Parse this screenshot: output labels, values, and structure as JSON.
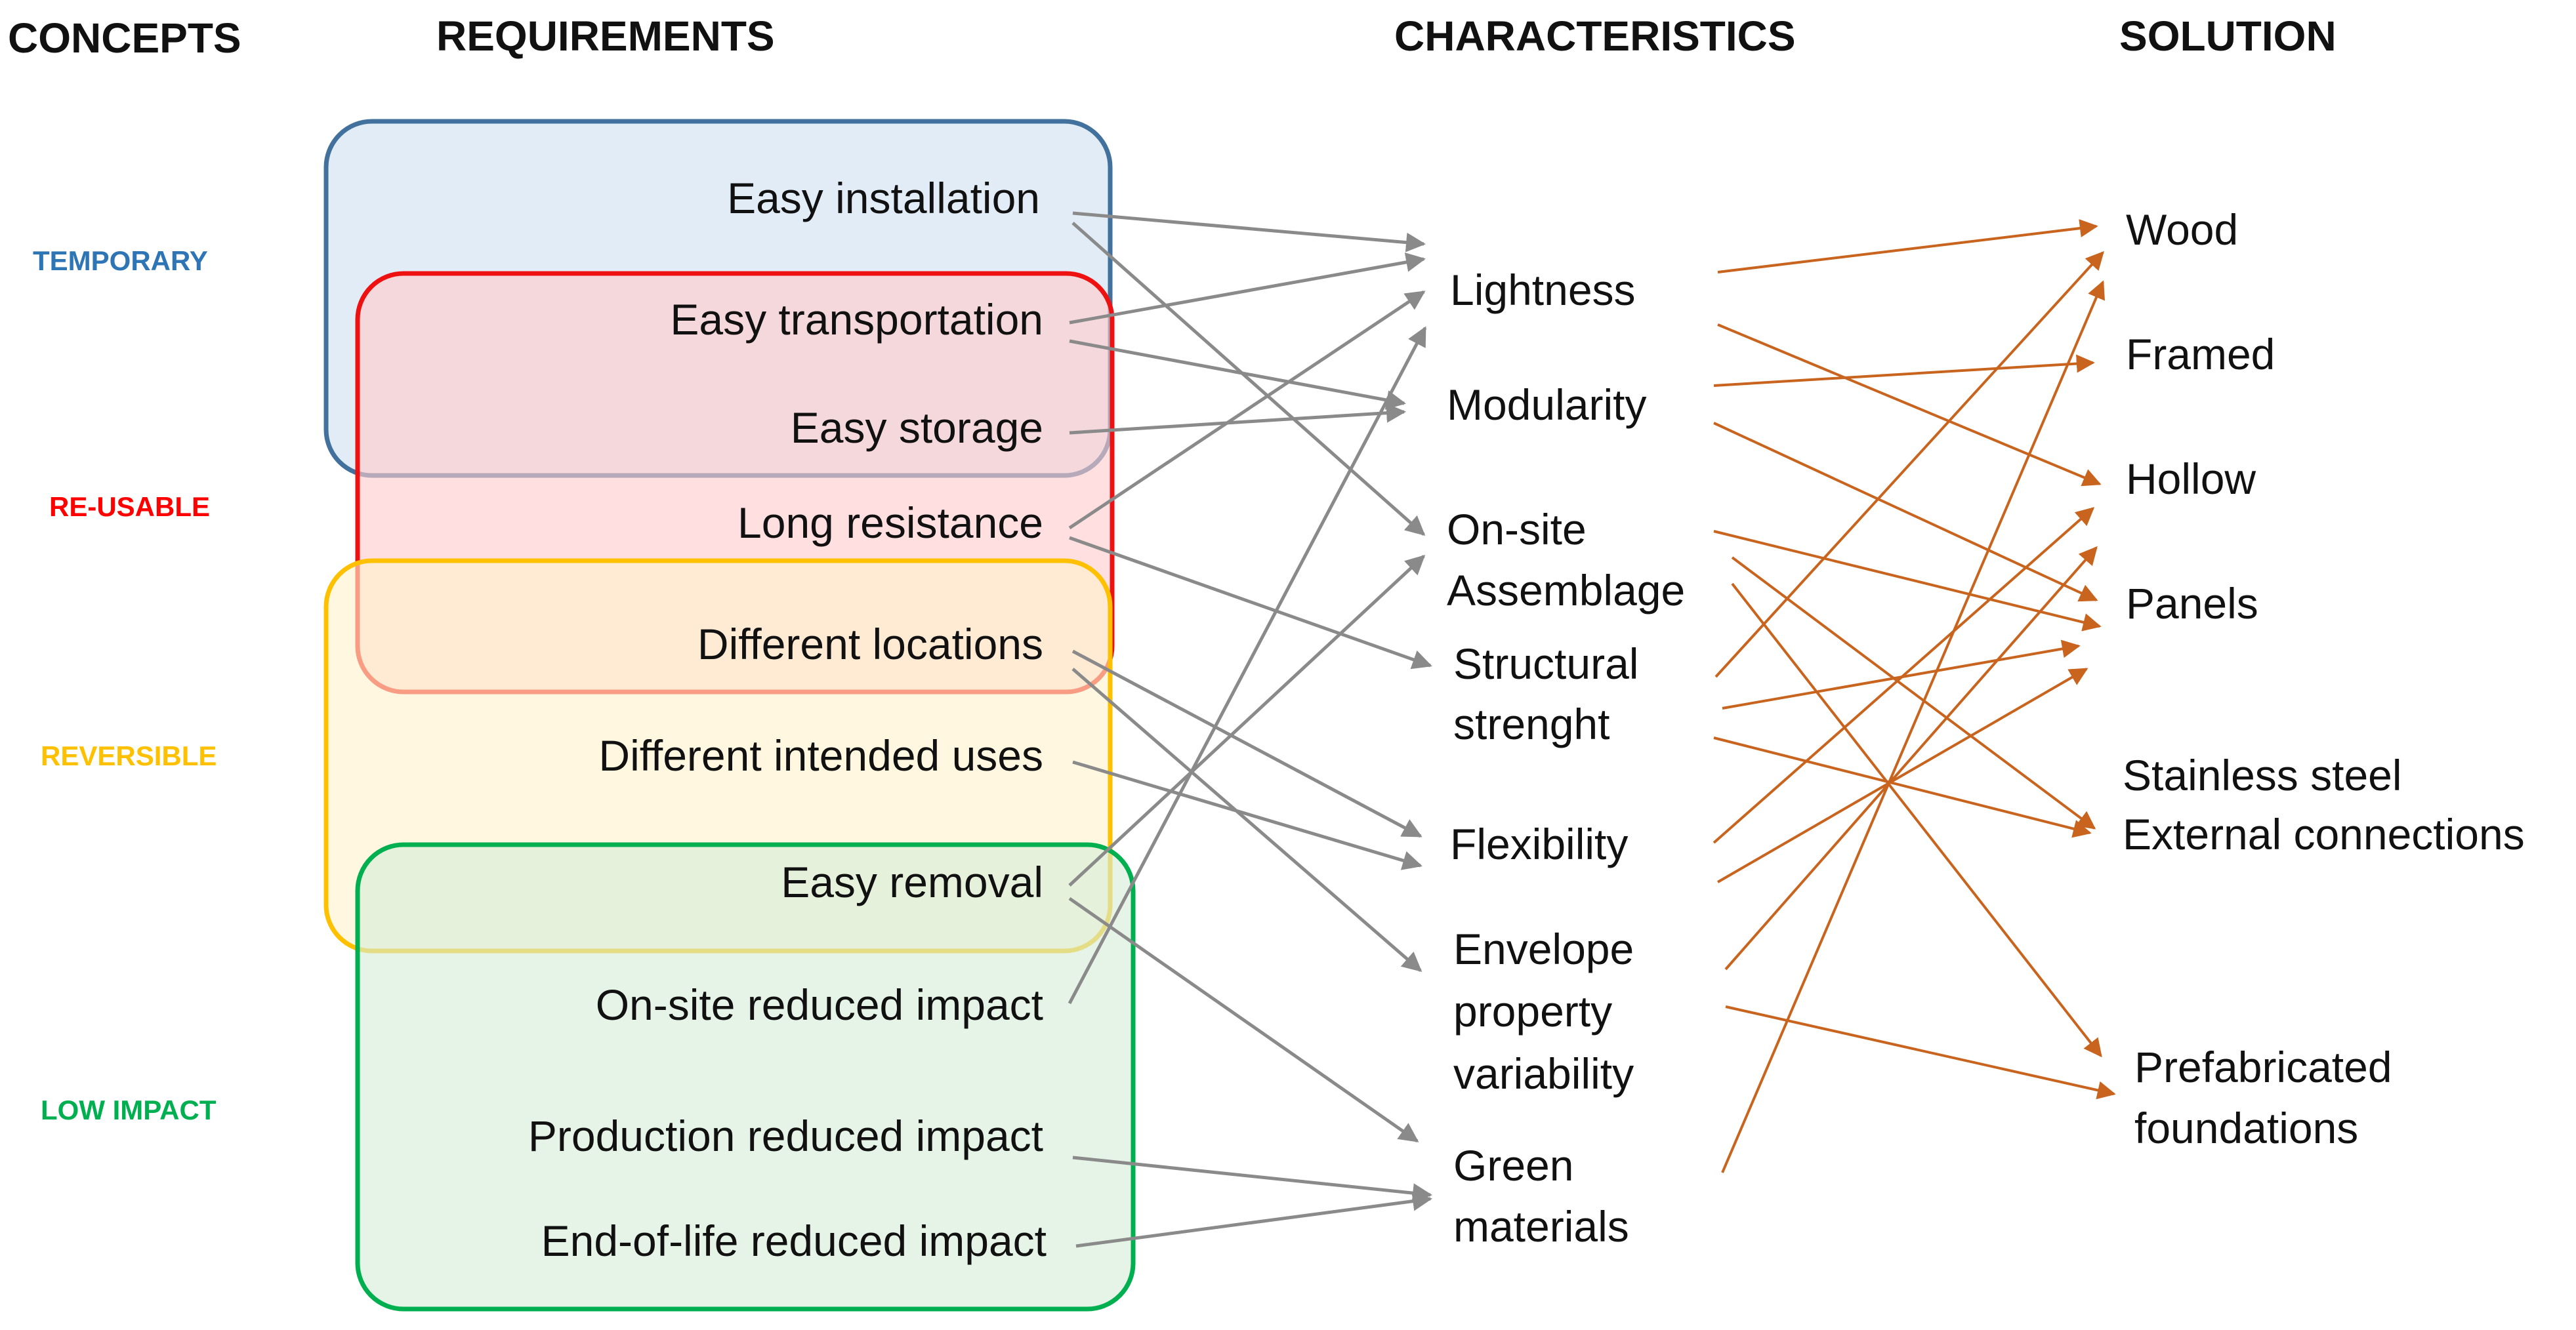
{
  "headers": {
    "concepts": "CONCEPTS",
    "requirements": "REQUIREMENTS",
    "characteristics": "CHARACTERISTICS",
    "solution": "SOLUTION"
  },
  "concepts": [
    {
      "label": "TEMPORARY",
      "color": "#2e75b6"
    },
    {
      "label": "RE-USABLE",
      "color": "#ff0000"
    },
    {
      "label": "REVERSIBLE",
      "color": "#ffc000"
    },
    {
      "label": "LOW IMPACT",
      "color": "#00b050"
    }
  ],
  "colors": {
    "temporary_fill": "#cfe0f1",
    "temporary_stroke": "#41719c",
    "reusable_fill": "#ffcccc",
    "reusable_stroke": "#ee1111",
    "reversible_fill": "#fff2cc",
    "reversible_stroke": "#ffc000",
    "lowimpact_fill": "#d5eed9",
    "lowimpact_stroke": "#00b050",
    "req_to_char_arrow": "#8a8a8a",
    "char_to_sol_arrow": "#c8641e"
  },
  "requirements": [
    "Easy installation",
    "Easy transportation",
    "Easy storage",
    "Long resistance",
    "Different locations",
    "Different intended uses",
    "Easy removal",
    "On-site reduced impact",
    "Production reduced impact",
    "End-of-life reduced impact"
  ],
  "characteristics": [
    {
      "lines": [
        "Lightness"
      ]
    },
    {
      "lines": [
        "Modularity"
      ]
    },
    {
      "lines": [
        "On-site",
        "Assemblage"
      ]
    },
    {
      "lines": [
        "Structural",
        "strenght"
      ]
    },
    {
      "lines": [
        "Flexibility"
      ]
    },
    {
      "lines": [
        "Envelope",
        "property",
        "variability"
      ]
    },
    {
      "lines": [
        "Green",
        "materials"
      ]
    }
  ],
  "solutions": [
    {
      "lines": [
        "Wood"
      ]
    },
    {
      "lines": [
        "Framed"
      ]
    },
    {
      "lines": [
        "Hollow"
      ]
    },
    {
      "lines": [
        "Panels"
      ]
    },
    {
      "lines": [
        "Stainless steel",
        "External connections"
      ]
    },
    {
      "lines": [
        "Prefabricated",
        "foundations"
      ]
    }
  ]
}
